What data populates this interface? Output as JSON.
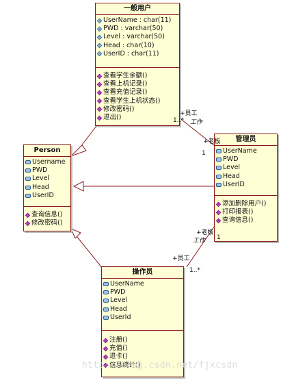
{
  "classes": {
    "general_user": {
      "name": "一般用户",
      "attributes": [
        "UserName : char(11)",
        "PWD : varchar(50)",
        "Level : varchar(50)",
        "Head : char(10)",
        "UserID : char(11)"
      ],
      "operations": [
        "查看学生余额()",
        "查看上机记录()",
        "查看充值记录()",
        "查看学生上机状态()",
        "修改密码()",
        "退出()"
      ]
    },
    "person": {
      "name": "Person",
      "attributes": [
        "Username",
        "PWD",
        "Level",
        "Head",
        "UserID"
      ],
      "operations": [
        "查询信息()",
        "修改密码()"
      ]
    },
    "admin": {
      "name": "管理员",
      "attributes": [
        "UserName",
        "PWD",
        "Level",
        "Head",
        "UserID"
      ],
      "operations": [
        "添加删除用户()",
        "打印报表()",
        "查询信息()"
      ]
    },
    "operator": {
      "name": "操作员",
      "attributes": [
        "UserName",
        "PWD",
        "Level",
        "Head",
        "UserId"
      ],
      "operations": [
        "注册()",
        "充值()",
        "退卡()",
        "信息统计()"
      ]
    }
  },
  "associations": {
    "top": {
      "role_employee": "+员工",
      "mult_employee": "1..*",
      "name": "工作",
      "role_boss": "+老板",
      "mult_boss": "1"
    },
    "bottom": {
      "role_boss": "+老板",
      "mult_boss": "1",
      "name": "工作",
      "role_employee": "+员工",
      "mult_employee": "1..*"
    }
  },
  "watermark": "http://blog.csdn.net/fjxcsdn"
}
